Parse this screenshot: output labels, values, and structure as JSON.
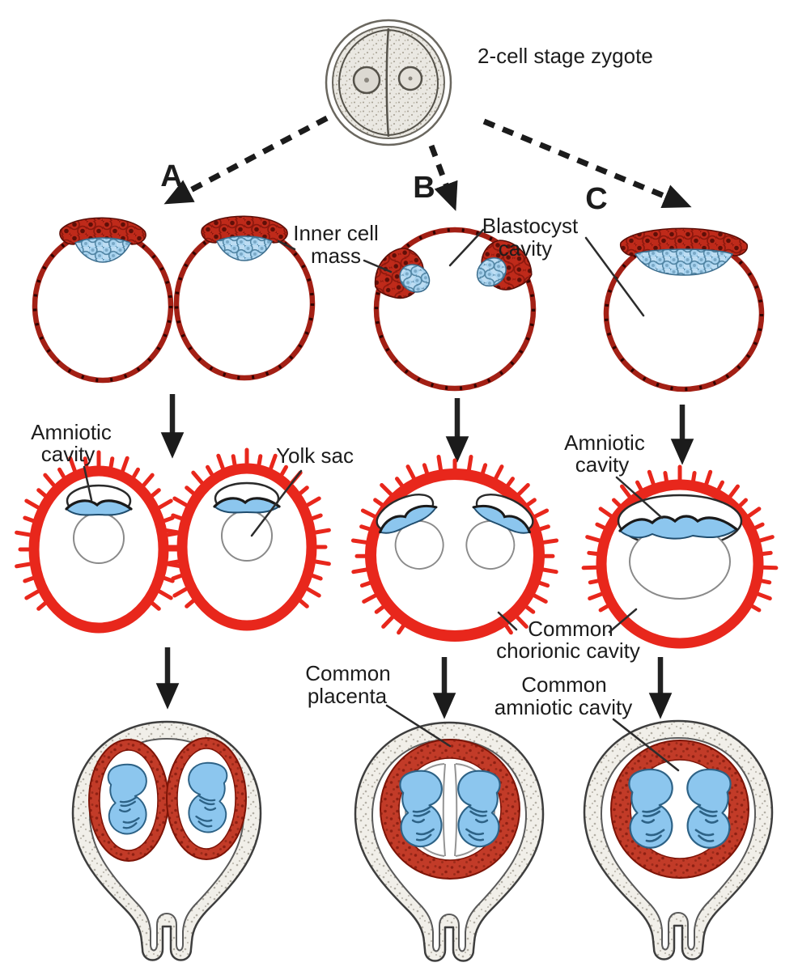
{
  "colors": {
    "ink": "#1c1c1c",
    "trophoblast_red": "#a32015",
    "cell_red": "#bf2a1a",
    "cell_blue": "#aed6f1",
    "chorion_red": "#e8271c",
    "placenta_red": "#c23b28",
    "fetus_blue": "#8cc6ee",
    "uterus_wall": "#f0eeea"
  },
  "zygote": {
    "label": "2-cell stage zygote"
  },
  "pathways": {
    "a": "A",
    "b": "B",
    "c": "C"
  },
  "labels": {
    "inner_cell_mass_1": "Inner cell",
    "inner_cell_mass_2": "mass",
    "blastocyst_cavity_1": "Blastocyst",
    "blastocyst_cavity_2": "cavity",
    "amniotic_cavity_a_1": "Amniotic",
    "amniotic_cavity_a_2": "cavity",
    "yolk_sac": "Yolk sac",
    "amniotic_cavity_c_1": "Amniotic",
    "amniotic_cavity_c_2": "cavity",
    "common_chorionic_1": "Common",
    "common_chorionic_2": "chorionic cavity",
    "common_placenta_1": "Common",
    "common_placenta_2": "placenta",
    "common_amniotic_1": "Common",
    "common_amniotic_2": "amniotic cavity"
  }
}
